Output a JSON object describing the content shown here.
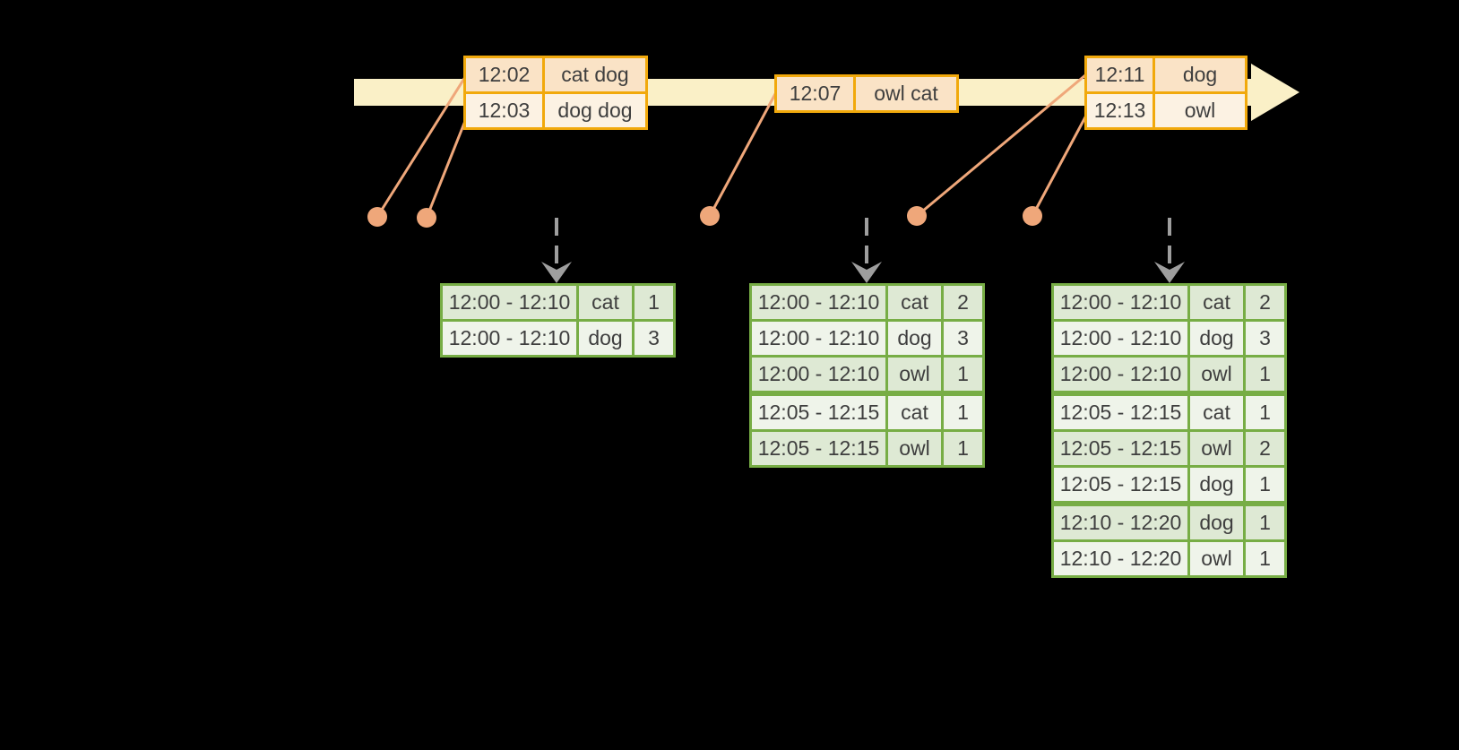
{
  "diagram": {
    "kind": "windowed-streaming-word-count-timeline",
    "timeline": {
      "direction": "right"
    },
    "event_batches": [
      {
        "id": "event-batch-1",
        "rows": [
          {
            "time": "12:02",
            "words": "cat dog"
          },
          {
            "time": "12:03",
            "words": "dog dog"
          }
        ]
      },
      {
        "id": "event-batch-2",
        "rows": [
          {
            "time": "12:07",
            "words": "owl cat"
          }
        ]
      },
      {
        "id": "event-batch-3",
        "rows": [
          {
            "time": "12:11",
            "words": "dog"
          },
          {
            "time": "12:13",
            "words": "owl"
          }
        ]
      }
    ],
    "result_tables": [
      {
        "id": "result-table-1",
        "group_breaks": [],
        "rows": [
          {
            "window": "12:00 - 12:10",
            "word": "cat",
            "count": "1"
          },
          {
            "window": "12:00 - 12:10",
            "word": "dog",
            "count": "3"
          }
        ]
      },
      {
        "id": "result-table-2",
        "group_breaks": [
          3
        ],
        "rows": [
          {
            "window": "12:00 - 12:10",
            "word": "cat",
            "count": "2"
          },
          {
            "window": "12:00 - 12:10",
            "word": "dog",
            "count": "3"
          },
          {
            "window": "12:00 - 12:10",
            "word": "owl",
            "count": "1"
          },
          {
            "window": "12:05 - 12:15",
            "word": "cat",
            "count": "1"
          },
          {
            "window": "12:05 - 12:15",
            "word": "owl",
            "count": "1"
          }
        ]
      },
      {
        "id": "result-table-3",
        "group_breaks": [
          3,
          6
        ],
        "rows": [
          {
            "window": "12:00 - 12:10",
            "word": "cat",
            "count": "2"
          },
          {
            "window": "12:00 - 12:10",
            "word": "dog",
            "count": "3"
          },
          {
            "window": "12:00 - 12:10",
            "word": "owl",
            "count": "1"
          },
          {
            "window": "12:05 - 12:15",
            "word": "cat",
            "count": "1"
          },
          {
            "window": "12:05 - 12:15",
            "word": "owl",
            "count": "2"
          },
          {
            "window": "12:05 - 12:15",
            "word": "dog",
            "count": "1"
          },
          {
            "window": "12:10 - 12:20",
            "word": "dog",
            "count": "1"
          },
          {
            "window": "12:10 - 12:20",
            "word": "owl",
            "count": "1"
          }
        ]
      }
    ],
    "colors": {
      "background": "#000000",
      "timeline_fill": "#FAF0C7",
      "event_border": "#F1A90C",
      "event_row_peach": "#FAE3C6",
      "event_row_cream": "#FCF2E3",
      "connector_orange": "#EFA77A",
      "result_border": "#77AD45",
      "result_row_dark": "#DEE9D4",
      "result_row_light": "#EFF4EA",
      "dashed_arrow_gray": "#9E9E9E",
      "text": "#3E3E3E"
    }
  }
}
